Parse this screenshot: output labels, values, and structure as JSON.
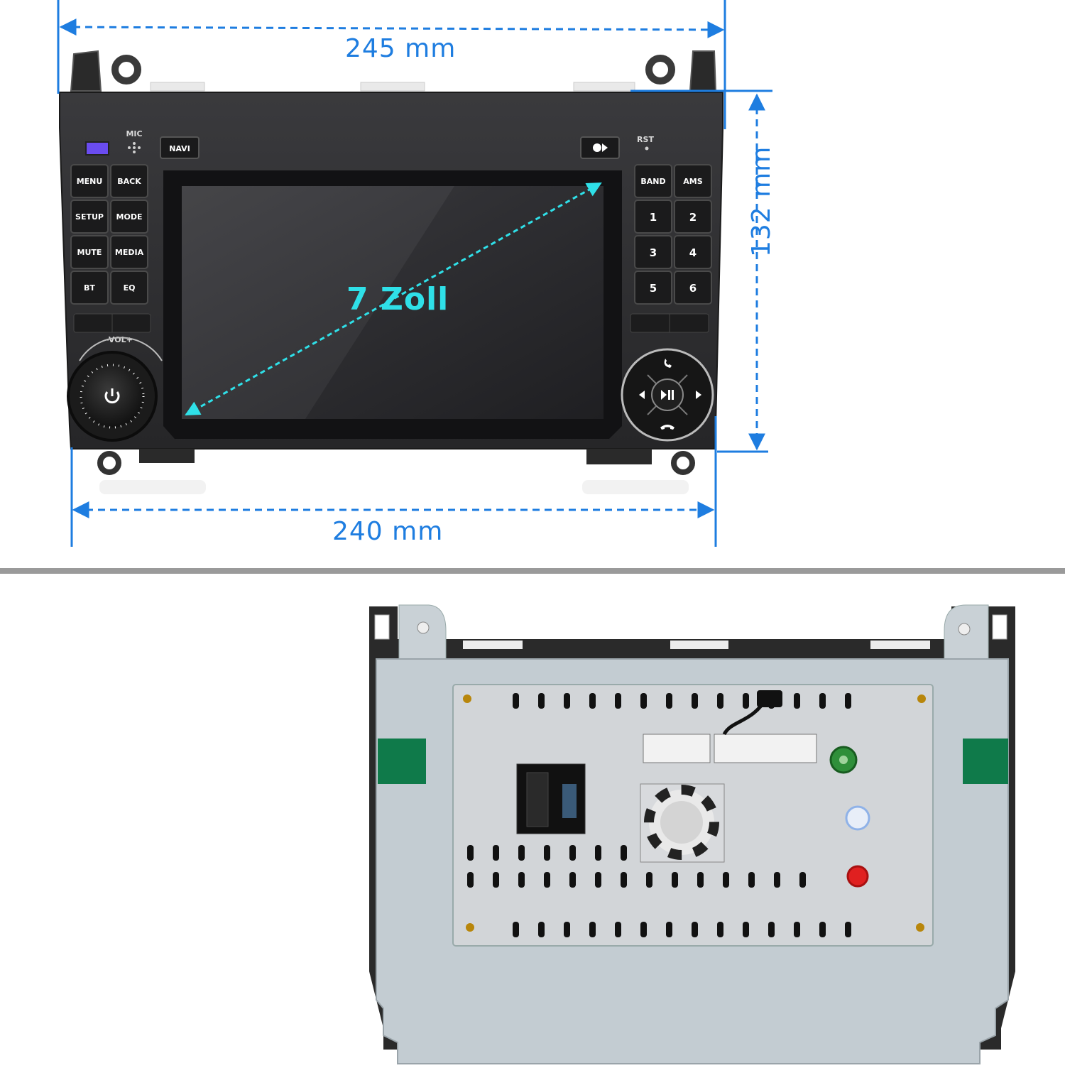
{
  "dimensions": {
    "top_width": "245 mm",
    "bottom_width": "240 mm",
    "height": "132 mm",
    "diagonal": "7 Zoll"
  },
  "front_panel": {
    "mic_label": "MIC",
    "rst_label": "RST",
    "navi_label": "NAVI",
    "vol_label": "-VOL+",
    "left_buttons": [
      {
        "label": "MENU"
      },
      {
        "label": "BACK"
      },
      {
        "label": "SETUP"
      },
      {
        "label": "MODE"
      },
      {
        "label": "MUTE"
      },
      {
        "label": "MEDIA"
      },
      {
        "label": "BT"
      },
      {
        "label": "EQ"
      }
    ],
    "right_buttons": [
      {
        "label": "BAND"
      },
      {
        "label": "AMS"
      },
      {
        "label": "1"
      },
      {
        "label": "2"
      },
      {
        "label": "3"
      },
      {
        "label": "4"
      },
      {
        "label": "5"
      },
      {
        "label": "6"
      }
    ]
  },
  "colors": {
    "dimension": "#1e7de0",
    "diagonal": "#2fe0e8",
    "panel": "#2f2f31",
    "back_plate": "#c3ccd2"
  }
}
